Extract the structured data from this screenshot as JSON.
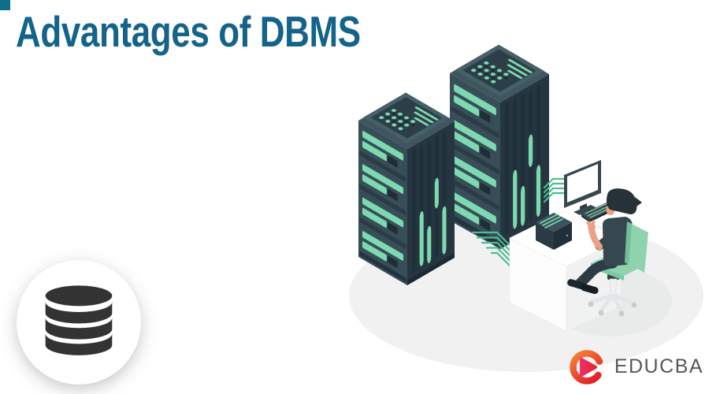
{
  "banner": {
    "title": "Advantages of DBMS",
    "title_color": "#14638a",
    "accent_square_color": "#0d7086",
    "background": "#ffffff"
  },
  "badge": {
    "icon": "database-icon",
    "icon_color": "#333333",
    "circle_color": "#ffffff"
  },
  "brand": {
    "wordmark": "EDUCBA",
    "wordmark_color": "#56575b",
    "logo_orange": "#f58634",
    "logo_red": "#e6212b",
    "logo_pink": "#ed2f68"
  },
  "illustration": {
    "scene": "isometric server room with two server racks, network lines, desk with monitor, keyboard, small server box and person on office chair",
    "colors": {
      "rack_front": "#374e58",
      "rack_side": "#263641",
      "rack_top": "#3f565e",
      "rack_panel": "#2c3e47",
      "accent_mint": "#7ed8b0",
      "network_lines": "#4fbd92",
      "platform": "#f1f1f2",
      "chair_mat": "#e9eaea",
      "chair": "#8fd3ae",
      "desk": "#ffffff",
      "skin": "#eda184",
      "dark_details": "#22323b"
    }
  }
}
